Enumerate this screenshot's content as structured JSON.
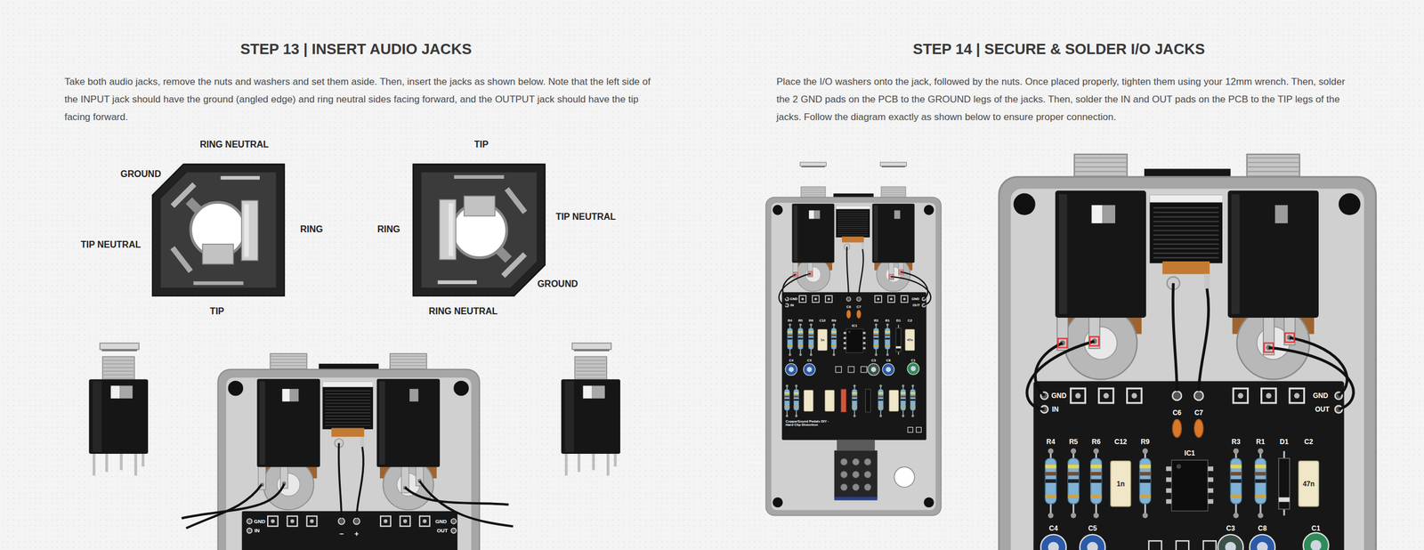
{
  "diagram": {
    "labels": [
      "STEP 13 | INSERT AUDIO JACKS",
      "Take both audio jacks, remove the nuts and washers and set them aside. Then, insert the jacks as shown below. Note that the left side of the INPUT jack should have the ground (angled edge) and ring neutral sides facing forward, and the OUTPUT jack should have the tip facing forward.",
      "STEP 14 | SECURE & SOLDER I/O JACKS",
      "Place the I/O washers onto the jack, followed by the nuts. Once placed properly, tighten them using your 12mm wrench. Then, solder the 2 GND pads on the PCB to the GROUND legs of the jacks. Then, solder the IN and OUT pads on the PCB to the TIP legs of the jacks. Follow the diagram exactly as shown below to ensure proper connection.",
      "RING NEUTRAL",
      "GROUND",
      "TIP NEUTRAL",
      "RING",
      "TIP",
      "TIP",
      "RING",
      "TIP NEUTRAL",
      "GROUND",
      "RING NEUTRAL",
      "GND",
      "IN",
      "GND",
      "OUT",
      "−",
      "+",
      "GND",
      "IN",
      "C6",
      "C7",
      "GND",
      "OUT",
      "R4",
      "R5",
      "R6",
      "C12",
      "R9",
      "IC1",
      "R3",
      "R1",
      "D1",
      "C2",
      "1n",
      "47n",
      "C4",
      "C5",
      "C3",
      "C8",
      "C1",
      "GND",
      "IN",
      "C6",
      "C7",
      "GND",
      "OUT",
      "R4",
      "R5",
      "R6",
      "C12",
      "R9",
      "IC1",
      "R3",
      "R1",
      "D1",
      "C2",
      "1n",
      "47n",
      "C4",
      "C5",
      "C3",
      "C8",
      "C1",
      "CopperSound Pedals DIY - Hard Clip Distortion"
    ]
  }
}
